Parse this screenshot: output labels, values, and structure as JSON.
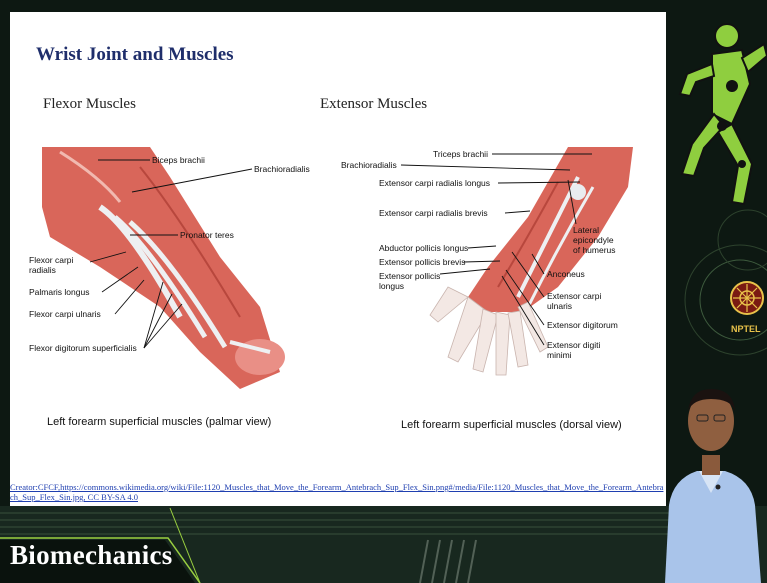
{
  "slide": {
    "title": "Wrist Joint and Muscles",
    "flexor": {
      "heading": "Flexor Muscles",
      "caption": "Left forearm superficial muscles (palmar view)",
      "labels": {
        "biceps": "Biceps brachii",
        "brachioradialis": "Brachioradialis",
        "pronator": "Pronator teres",
        "fcr1": "Flexor carpi",
        "fcr2": "radialis",
        "palmaris": "Palmaris longus",
        "fcu": "Flexor carpi ulnaris",
        "fds": "Flexor digitorum superficialis"
      }
    },
    "extensor": {
      "heading": "Extensor Muscles",
      "caption": "Left forearm superficial muscles (dorsal view)",
      "labels": {
        "triceps": "Triceps brachii",
        "brachioradialis": "Brachioradialis",
        "ecrl": "Extensor carpi radialis longus",
        "ecrb": "Extensor carpi radialis brevis",
        "apl": "Abductor pollicis longus",
        "epb": "Extensor pollicis brevis",
        "epl1": "Extensor pollicis",
        "epl2": "longus",
        "lat1": "Lateral",
        "lat2": "epicondyle",
        "lat3": "of humerus",
        "anconeus": "Anconeus",
        "ecu1": "Extensor carpi",
        "ecu2": "ulnaris",
        "ed": "Extensor digitorum",
        "edm1": "Extensor digiti",
        "edm2": "minimi"
      }
    },
    "credit": "Creator:CFCF,https://commons.wikimedia.org/wiki/File:1120_Muscles_that_Move_the_Forearm_Antebrach_Sup_Flex_Sin.png#/media/File:1120_Muscles_that_Move_the_Forearm_Antebrach_Sup_Flex_Sin.jpg, CC BY-SA 4.0"
  },
  "branding": {
    "course": "Biomechanics",
    "logo_text": "NPTEL"
  },
  "colors": {
    "title": "#1f2e6b",
    "link": "#1f3fb0",
    "muscle": "#d9665a",
    "tendon": "#e9ecef",
    "logo_green": "#8fce3f"
  }
}
